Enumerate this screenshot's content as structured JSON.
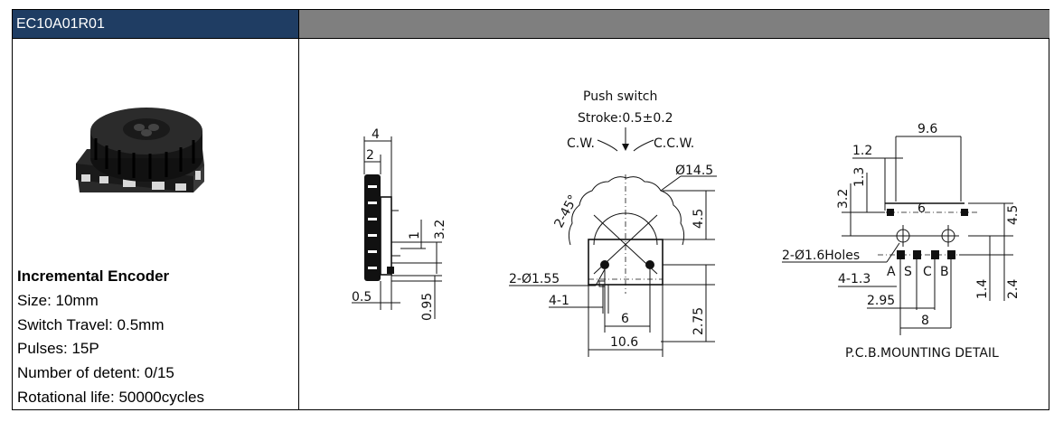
{
  "header": {
    "model": "EC10A01R01"
  },
  "specs": {
    "title": "Incremental Encoder",
    "items": [
      "Size: 10mm",
      "Switch Travel: 0.5mm",
      "Pulses: 15P",
      "Number of detent: 0/15",
      "Rotational life: 50000cycles"
    ]
  },
  "drawing": {
    "side": {
      "dim_4": "4",
      "dim_2": "2",
      "dim_1": "1",
      "dim_3_2": "3.2",
      "dim_0_5": "0.5",
      "dim_0_95": "0.95"
    },
    "front": {
      "push_switch": "Push switch",
      "stroke": "Stroke:0.5±0.2",
      "cw": "C.W.",
      "ccw": "C.C.W.",
      "dia": "Ø14.5",
      "angle": "2-45°",
      "dim_4_5": "4.5",
      "holes": "2-Ø1.55",
      "dim_4_1": "4-1",
      "dim_6": "6",
      "dim_2_75": "2.75",
      "dim_10_6": "10.6"
    },
    "pcb": {
      "dim_9_6": "9.6",
      "dim_1_2": "1.2",
      "dim_1_3": "1.3",
      "dim_3_2": "3.2",
      "dim_6": "6",
      "dim_4_5": "4.5",
      "holes": "2-Ø1.6Holes",
      "pin_a": "A",
      "pin_s": "S",
      "pin_c": "C",
      "pin_b": "B",
      "dim_4_1_3": "4-1.3",
      "dim_2_95": "2.95",
      "dim_1_4": "1.4",
      "dim_2_4": "2.4",
      "dim_8": "8",
      "caption": "P.C.B.MOUNTING DETAIL"
    }
  }
}
